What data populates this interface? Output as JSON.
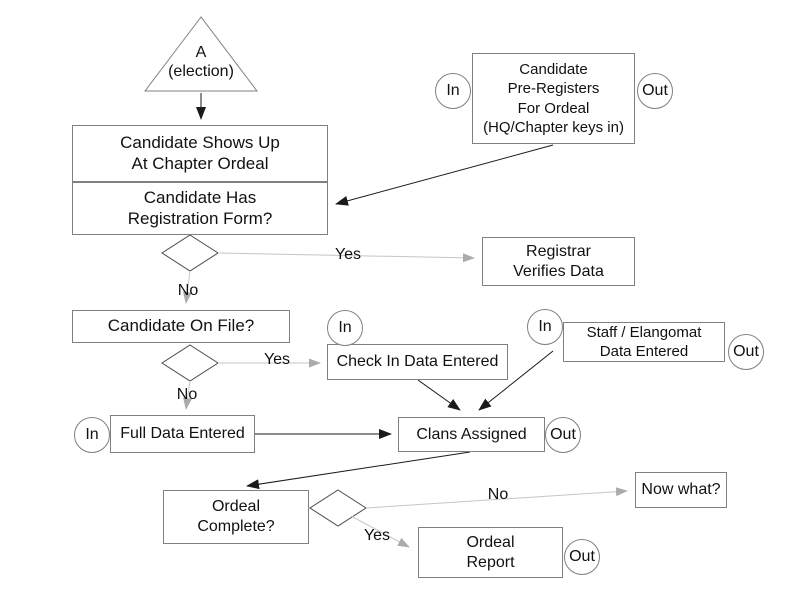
{
  "colors": {
    "background": "#ffffff",
    "box_border": "#808080",
    "diamond_border": "#4a4a4a",
    "arrow_dark": "#1a1a1a",
    "arrow_light": "#c6c6c6",
    "arrow_light_head": "#ababab",
    "text": "#111111"
  },
  "nodes": {
    "election": {
      "line1": "A",
      "line2": "(election)"
    },
    "shows_up": {
      "line1": "Candidate Shows Up",
      "line2": "At Chapter Ordeal"
    },
    "has_form": {
      "line1": "Candidate Has",
      "line2": "Registration Form?"
    },
    "pre_registers": {
      "line1": "Candidate",
      "line2": "Pre-Registers",
      "line3": "For Ordeal",
      "line4": "(HQ/Chapter keys in)"
    },
    "registrar": {
      "line1": "Registrar",
      "line2": "Verifies Data"
    },
    "on_file": {
      "line1": "Candidate On File?"
    },
    "check_in": {
      "line1": "Check In Data Entered"
    },
    "staff": {
      "line1": "Staff / Elangomat",
      "line2": "Data Entered"
    },
    "full_data": {
      "line1": "Full Data Entered"
    },
    "clans": {
      "line1": "Clans Assigned"
    },
    "ordeal_complete": {
      "line1": "Ordeal",
      "line2": "Complete?"
    },
    "now_what": {
      "line1": "Now what?"
    },
    "ordeal_report": {
      "line1": "Ordeal",
      "line2": "Report"
    }
  },
  "ports": {
    "pre_in": "In",
    "pre_out": "Out",
    "checkin_in": "In",
    "staff_in": "In",
    "staff_out": "Out",
    "fulldata_in": "In",
    "clans_out": "Out",
    "report_out": "Out"
  },
  "edge_labels": {
    "yes1": "Yes",
    "no1": "No",
    "yes2": "Yes",
    "no2": "No",
    "no3": "No",
    "yes3": "Yes"
  }
}
